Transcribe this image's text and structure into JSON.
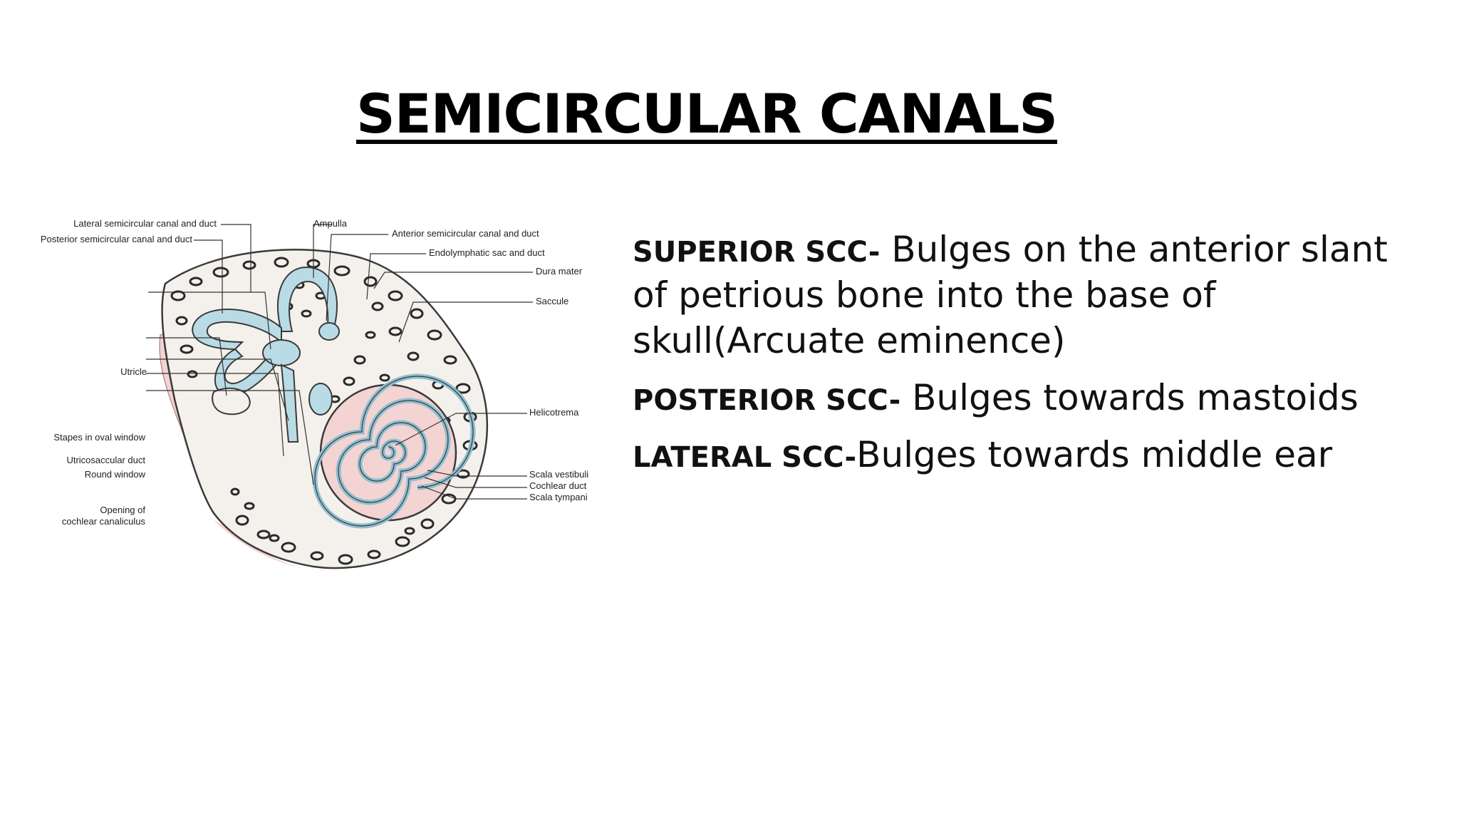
{
  "title": "SEMICIRCULAR CANALS",
  "diagram_labels": {
    "lateral_scc": "Lateral semicircular canal and duct",
    "posterior_scc": "Posterior semicircular canal and duct",
    "ampulla": "Ampulla",
    "anterior_scc": "Anterior semicircular canal and duct",
    "endolymphatic_sac": "Endolymphatic sac and duct",
    "dura_mater": "Dura mater",
    "saccule": "Saccule",
    "utricle": "Utricle",
    "helicotrema": "Helicotrema",
    "stapes": "Stapes in oval window",
    "utricosaccular": "Utricosaccular duct",
    "round_window": "Round window",
    "scala_vestibuli": "Scala vestibuli",
    "cochlear_duct": "Cochlear duct",
    "scala_tympani": "Scala tympani",
    "cochlear_canaliculus_1": "Opening of",
    "cochlear_canaliculus_2": "cochlear canaliculus"
  },
  "points": [
    {
      "label": "SUPERIOR SCC-",
      "text": " Bulges on the anterior slant of petrious bone into the base of skull(Arcuate eminence)"
    },
    {
      "label": "POSTERIOR SCC-",
      "text": " Bulges towards mastoids"
    },
    {
      "label": "LATERAL SCC-",
      "text": "Bulges towards middle ear"
    }
  ],
  "colors": {
    "bone": "#f4f1ec",
    "bone_pores": "#2a2a2a",
    "membranous_labyrinth": "#b9dbe6",
    "perilymph": "#f4d3d3",
    "outline": "#3a3a3a"
  }
}
